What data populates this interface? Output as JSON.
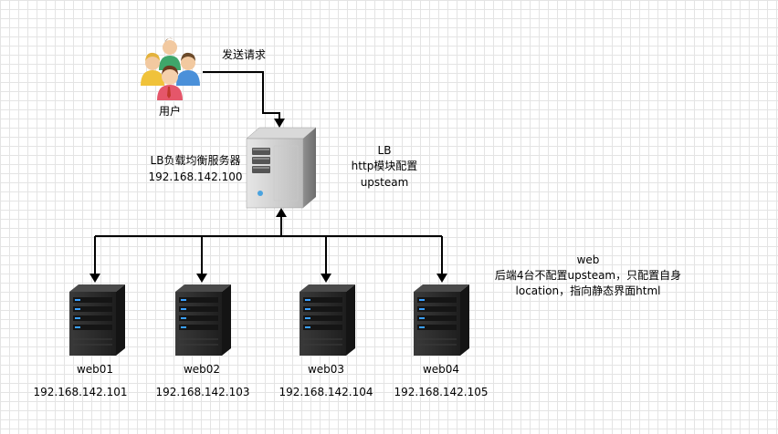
{
  "diagram": {
    "send_request_label": "发送请求",
    "users": {
      "label": "用户",
      "icon": "users-group-icon"
    },
    "lb": {
      "name": "LB负载均衡服务器",
      "ip": "192.168.142.100",
      "icon": "tower-server-icon",
      "note": {
        "line1": "LB",
        "line2": "http模块配置",
        "line3": "upsteam"
      }
    },
    "web_note": {
      "line1": "web",
      "line2": "后端4台不配置upsteam，只配置自身",
      "line3": "location，指向静态界面html"
    },
    "web_servers": [
      {
        "name": "web01",
        "ip": "192.168.142.101",
        "icon": "rack-server-icon"
      },
      {
        "name": "web02",
        "ip": "192.168.142.103",
        "icon": "rack-server-icon"
      },
      {
        "name": "web03",
        "ip": "192.168.142.104",
        "icon": "rack-server-icon"
      },
      {
        "name": "web04",
        "ip": "192.168.142.105",
        "icon": "rack-server-icon"
      }
    ],
    "colors": {
      "line": "#000000",
      "grid": "#e4e4e4",
      "server_dark": "#2b2b2b",
      "led_blue": "#3aa0ff"
    }
  }
}
